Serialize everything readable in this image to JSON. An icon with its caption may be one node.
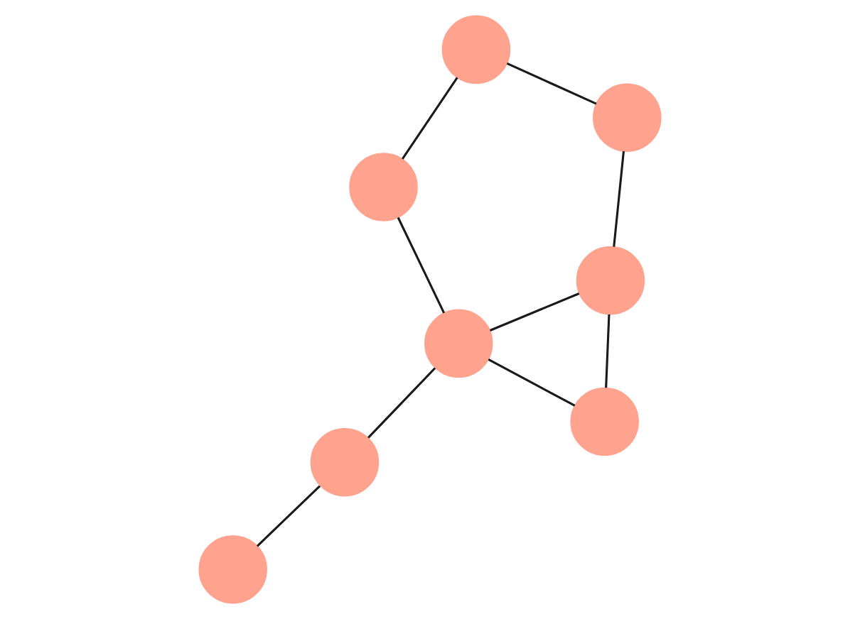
{
  "diagram": {
    "nodes": [
      {
        "text": [],
        "shape": "circle"
      },
      {
        "text": [],
        "shape": "circle"
      },
      {
        "text": [],
        "shape": "circle"
      },
      {
        "text": [],
        "shape": "circle"
      },
      {
        "text": [],
        "shape": "circle"
      },
      {
        "text": [],
        "shape": "circle"
      },
      {
        "text": [],
        "shape": "circle"
      },
      {
        "text": [],
        "shape": "circle"
      }
    ],
    "edges": [
      {
        "from": 0,
        "to": 1,
        "arrow": "none"
      },
      {
        "from": 0,
        "to": 4,
        "arrow": "none"
      },
      {
        "from": 1,
        "to": 3,
        "arrow": "none"
      },
      {
        "from": 2,
        "to": 4,
        "arrow": "none"
      },
      {
        "from": 2,
        "to": 5,
        "arrow": "none"
      },
      {
        "from": 3,
        "to": 6,
        "arrow": "none"
      },
      {
        "from": 4,
        "to": 6,
        "arrow": "none"
      },
      {
        "from": 4,
        "to": 7,
        "arrow": "none"
      },
      {
        "from": 7,
        "to": 6,
        "arrow": "none"
      }
    ]
  }
}
